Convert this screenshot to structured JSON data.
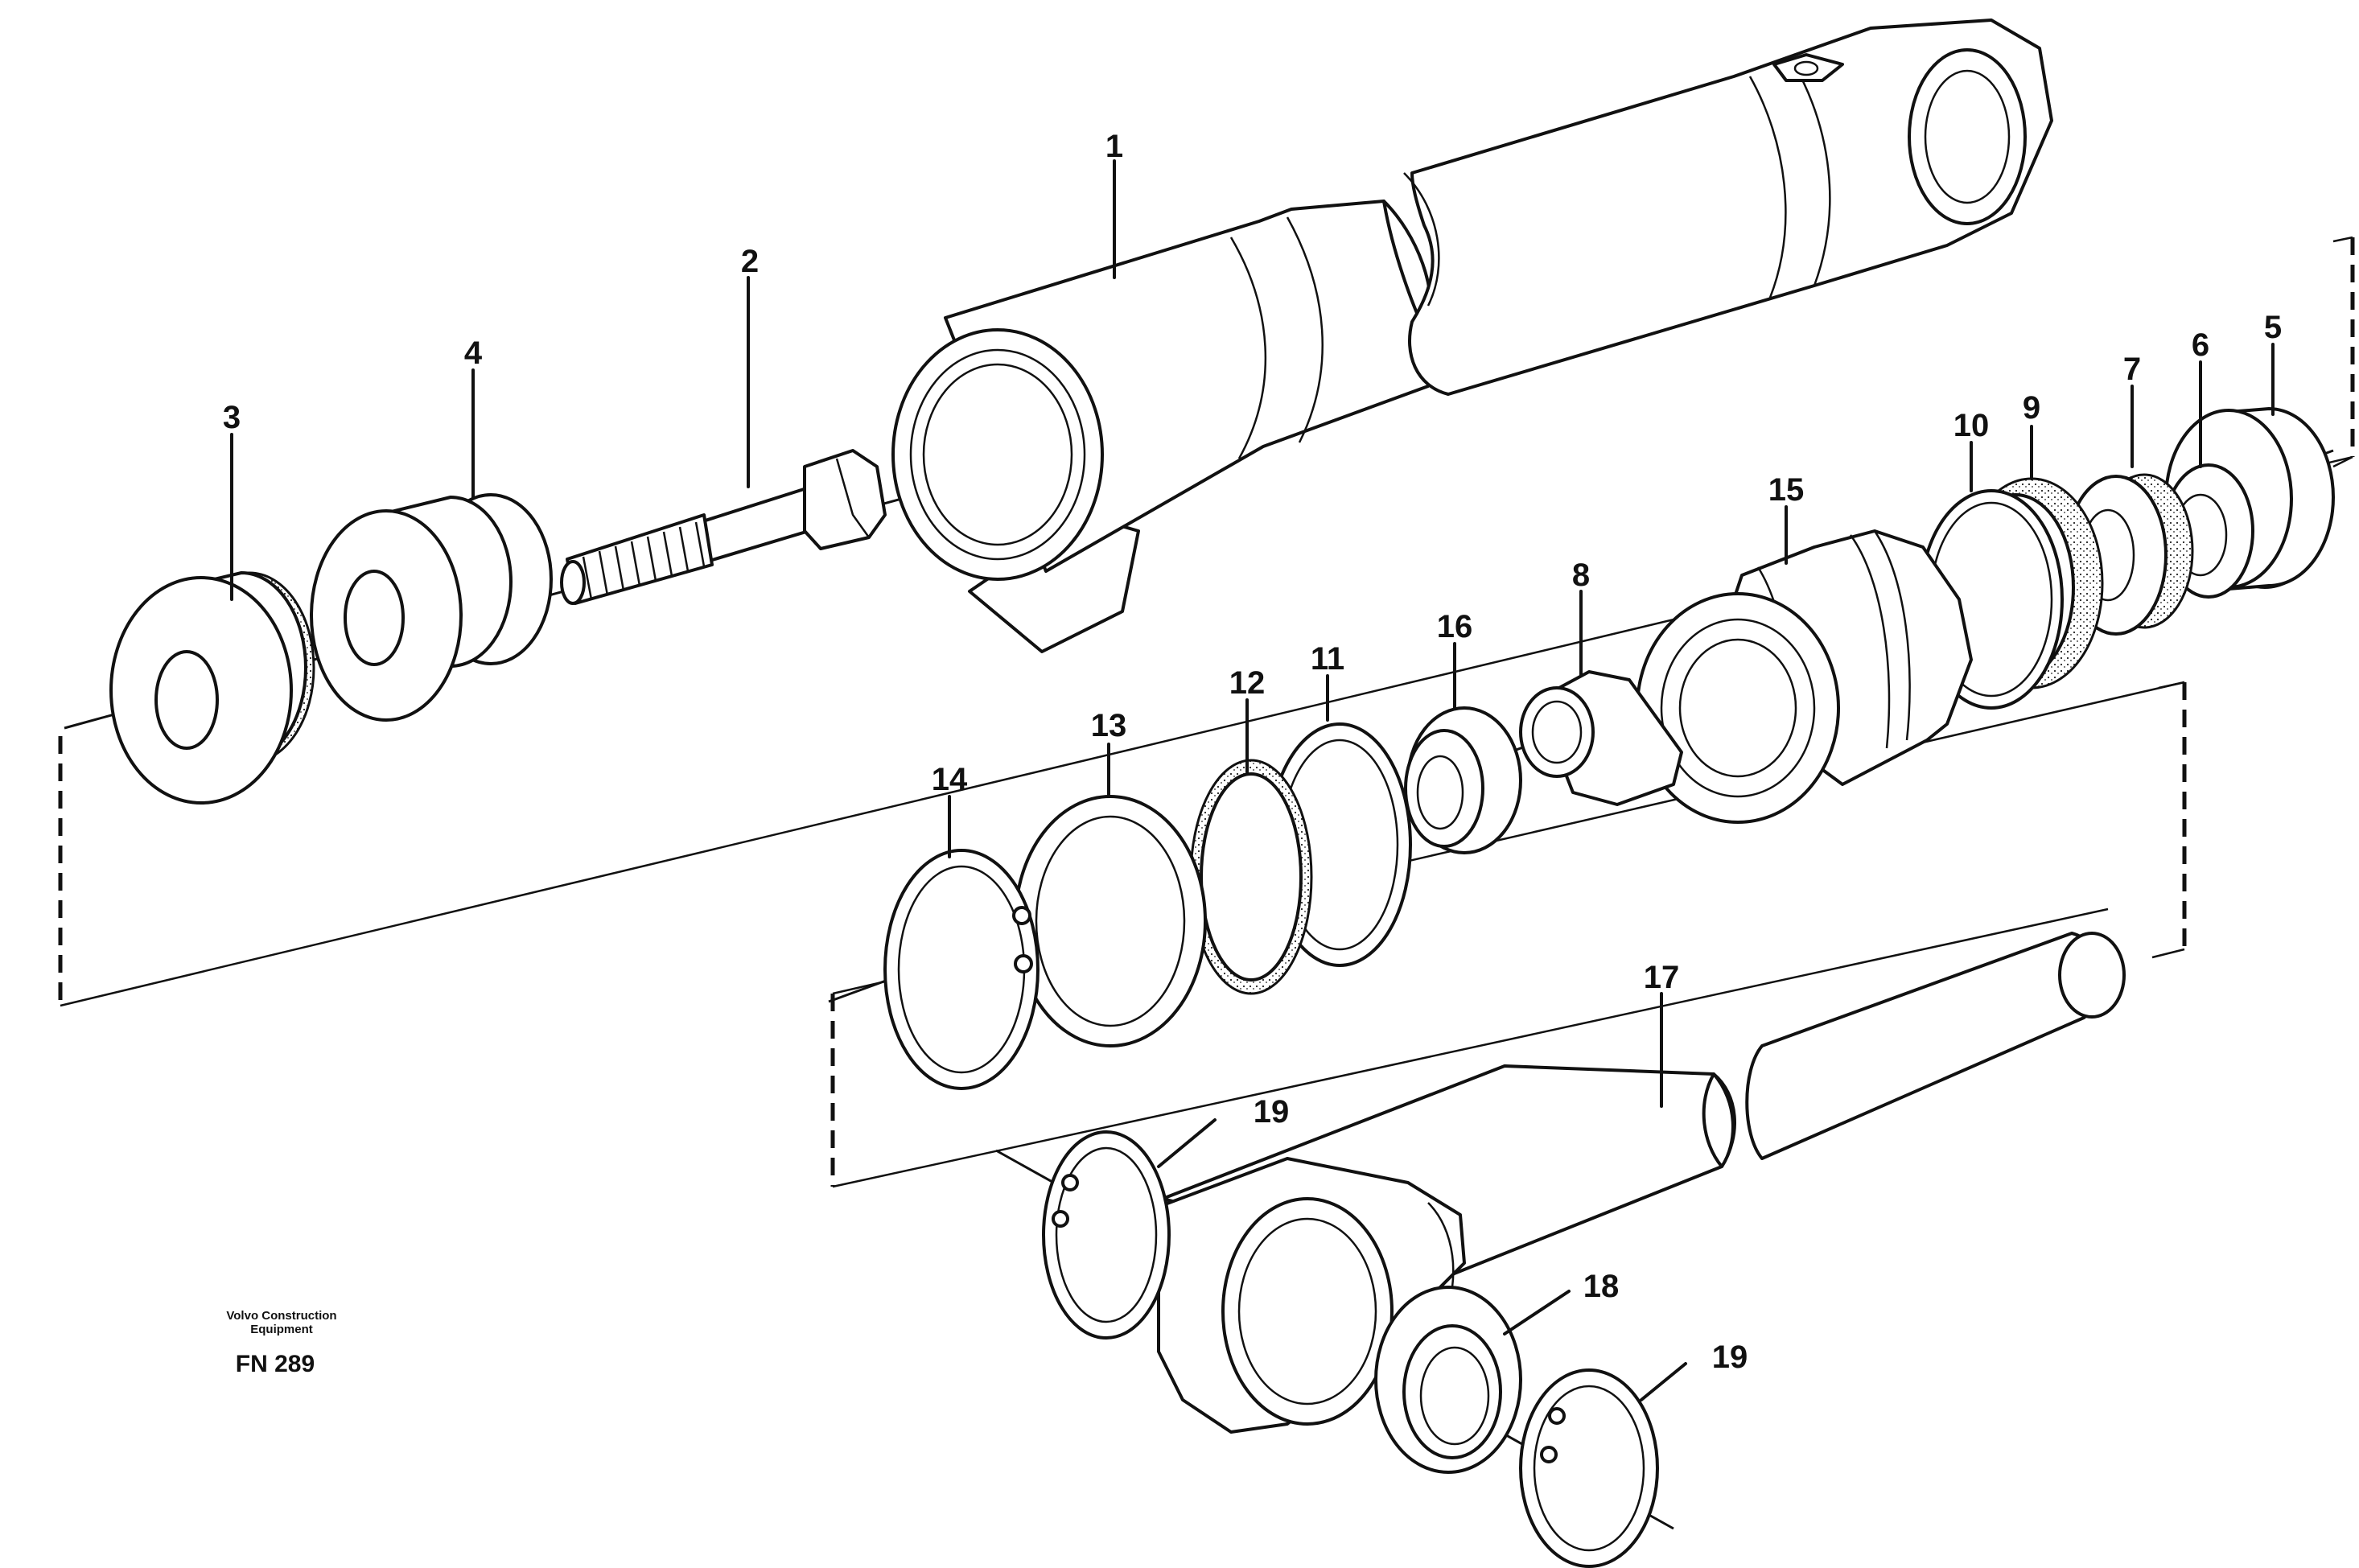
{
  "labels": {
    "l1": "1",
    "l2": "2",
    "l3": "3",
    "l4": "4",
    "l5": "5",
    "l6": "6",
    "l7": "7",
    "l8": "8",
    "l9": "9",
    "l10": "10",
    "l11": "11",
    "l12": "12",
    "l13": "13",
    "l14": "14",
    "l15": "15",
    "l16": "16",
    "l17": "17",
    "l18": "18",
    "l19a": "19",
    "l19b": "19"
  },
  "brand": {
    "line1": "Volvo Construction",
    "line2": "Equipment",
    "code": "FN 289"
  }
}
